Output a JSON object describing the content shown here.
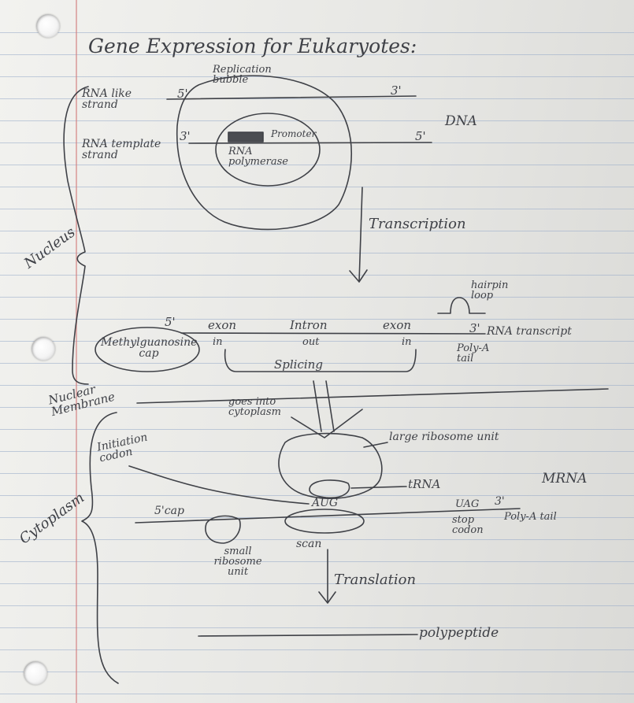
{
  "title": "Gene Expression for Eukaryotes:",
  "dna": {
    "replication_bubble": "Replication bubble",
    "rna_like_strand": "RNA like strand",
    "rna_template_strand": "RNA template strand",
    "five_prime_top": "5'",
    "three_prime_top": "3'",
    "three_prime_bottom": "3'",
    "five_prime_bottom": "5'",
    "dna_label": "DNA",
    "promoter": "Promoter",
    "rna_polymerase": "RNA polymerase",
    "transcription": "Transcription"
  },
  "transcript": {
    "nucleus": "Nucleus",
    "hairpin_loop": "hairpin loop",
    "five_prime": "5'",
    "three_prime": "3'",
    "rna_transcript": "RNA transcript",
    "exon_1": "exon",
    "intron": "Intron",
    "exon_2": "exon",
    "in_1": "in",
    "out": "out",
    "in_2": "in",
    "cap": "Methylguanosine cap",
    "poly_a_tail": "Poly-A tail",
    "splicing": "Splicing"
  },
  "cytoplasm": {
    "nuclear_membrane": "Nuclear Membrane",
    "goes_into_cytoplasm": "goes into cytoplasm",
    "large_ribosome_unit": "large ribosome unit",
    "initiation_codon": "Initiation codon",
    "trna": "tRNA",
    "mrna": "MRNA",
    "cytoplasm_label": "Cytoplasm",
    "five_cap": "5'cap",
    "aug": "AUG",
    "uag": "UAG",
    "three_prime": "3'",
    "stop_codon": "stop codon",
    "poly_a_tail": "Poly-A tail",
    "small_ribosome_unit": "small ribosome unit",
    "scan": "scan",
    "translation": "Translation",
    "polypeptide": "polypeptide"
  },
  "colors": {
    "ink": "#3f4147",
    "paper": "#eeeeeb",
    "rule_line": "#96aac8",
    "margin_line": "#d27878"
  }
}
